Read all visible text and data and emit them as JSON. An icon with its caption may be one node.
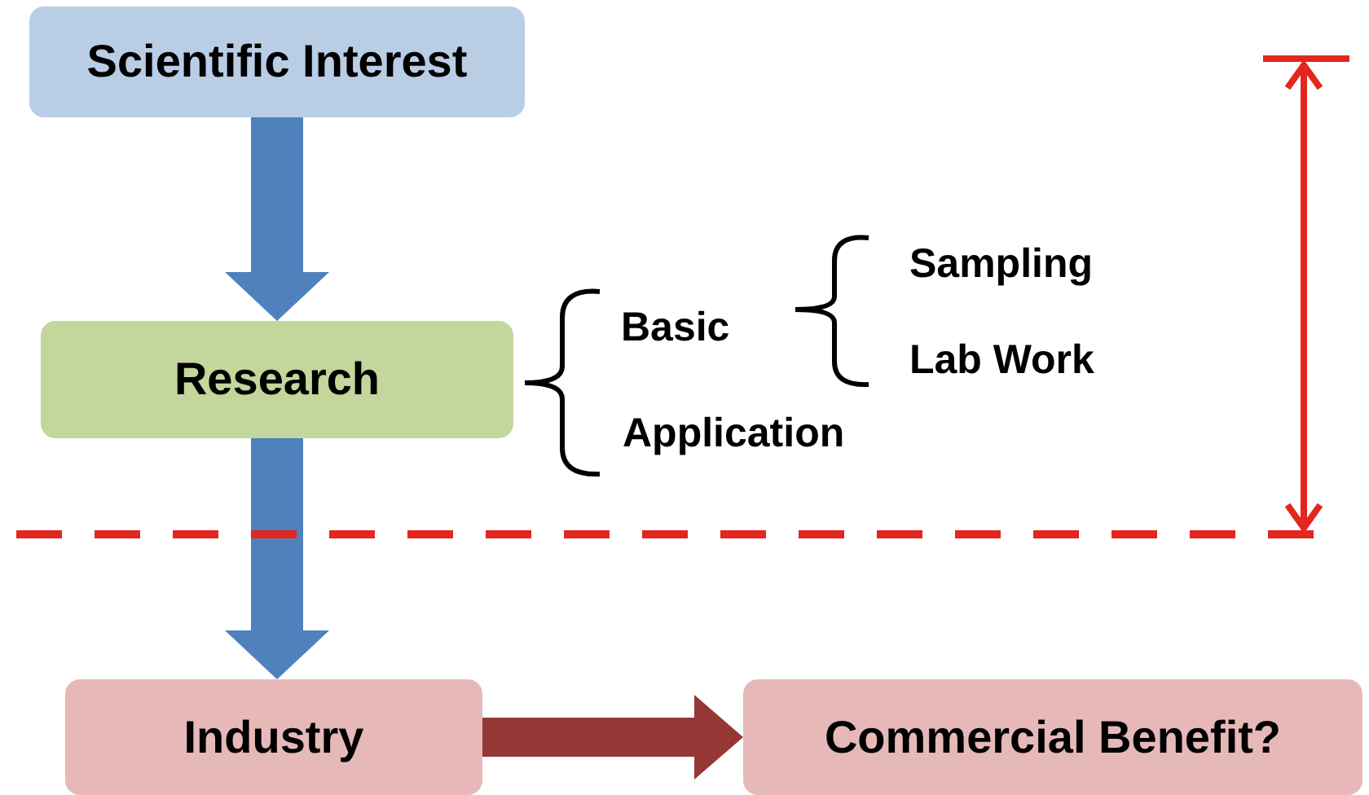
{
  "diagram": {
    "nodes": [
      {
        "text": [
          "Scientific Interest"
        ]
      },
      {
        "text": [
          "Research"
        ]
      },
      {
        "text": [
          "Industry"
        ]
      },
      {
        "text": [
          "Commercial Benefit?"
        ]
      }
    ],
    "edges": [
      {
        "from": 0,
        "to": 1,
        "arrow": "to"
      },
      {
        "from": 1,
        "to": 2,
        "arrow": "to"
      },
      {
        "from": 2,
        "to": 3,
        "arrow": "to",
        "color": "#953735"
      }
    ],
    "labels": [
      "Sampling",
      "Basic",
      "Lab Work",
      "Application"
    ]
  }
}
